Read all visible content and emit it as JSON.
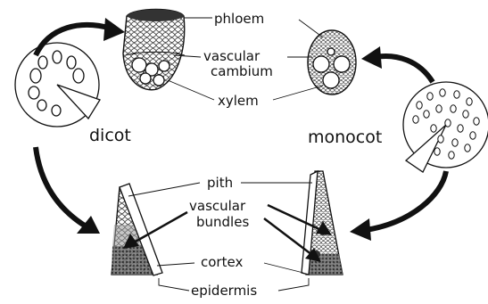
{
  "labels": {
    "phloem": "phloem",
    "vascular_cambium_line1": "vascular",
    "vascular_cambium_line2": "cambium",
    "xylem": "xylem",
    "dicot": "dicot",
    "monocot": "monocot",
    "pith": "pith",
    "vascular_bundles_line1": "vascular",
    "vascular_bundles_line2": "bundles",
    "cortex": "cortex",
    "epidermis": "epidermis"
  },
  "colors": {
    "ink": "#111111",
    "background": "#ffffff"
  }
}
